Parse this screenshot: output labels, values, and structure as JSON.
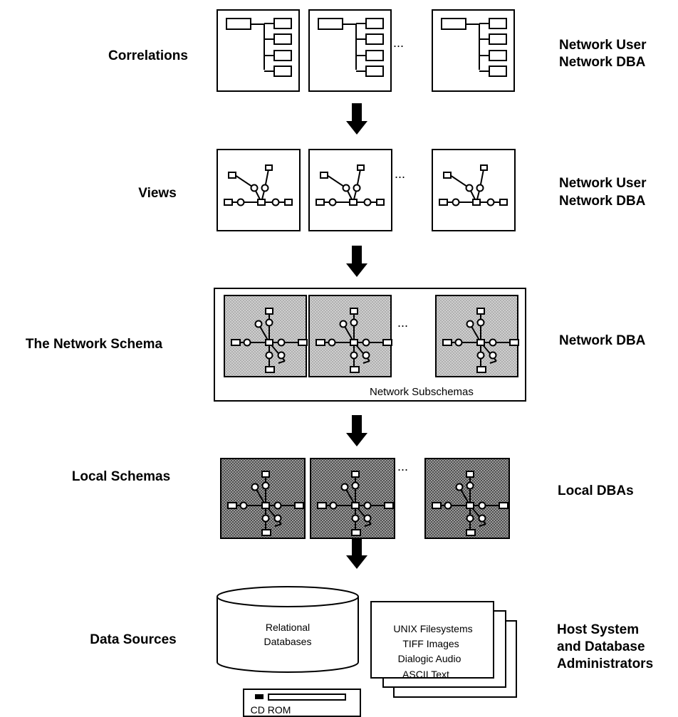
{
  "rows": [
    {
      "left": "Correlations",
      "right": [
        "Network User",
        "Network DBA"
      ],
      "style": "correlation"
    },
    {
      "left": "Views",
      "right": [
        "Network User",
        "Network DBA"
      ],
      "style": "view"
    },
    {
      "left": "The Network Schema",
      "right": [
        "Network DBA"
      ],
      "style": "network"
    },
    {
      "left": "Local Schemas",
      "right": [
        "Local DBAs"
      ],
      "style": "local"
    },
    {
      "left": "Data Sources",
      "right": [
        "Host System",
        "and Database",
        "Administrators"
      ],
      "style": "sources"
    }
  ],
  "ellipsis": "...",
  "network_caption": "Network Subschemas",
  "data_sources": {
    "cylinder": [
      "Relational",
      "Databases"
    ],
    "cdrom": "CD ROM",
    "pages": [
      "UNIX Filesystems",
      "TIFF Images",
      "Dialogic Audio",
      "ASCII Text"
    ]
  },
  "colors": {
    "ink": "#000000",
    "paper": "#ffffff",
    "network_fill": "#c8c8c8",
    "local_fill": "#8f8f8f"
  }
}
